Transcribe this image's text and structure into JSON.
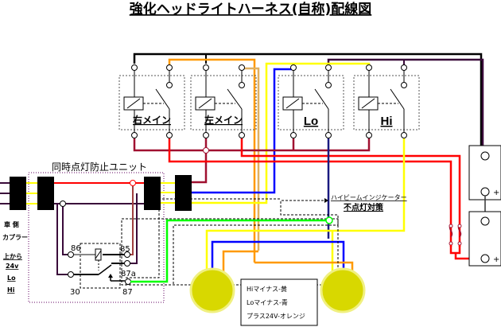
{
  "title": "強化ヘッドライトハーネス(自称)配線図",
  "relays": [
    {
      "id": "right-main",
      "label": "右メイン"
    },
    {
      "id": "left-main",
      "label": "左メイン"
    },
    {
      "id": "lo",
      "label": "Lo"
    },
    {
      "id": "hi",
      "label": "Hi"
    }
  ],
  "unit_label": "同時点灯防止ユニット",
  "relay_pins": {
    "p86": "86",
    "p85": "85",
    "p30": "30",
    "p87": "87",
    "p87a": "87a"
  },
  "coupler": {
    "line1": "車 側",
    "line2": "カプラー",
    "order_title": "上から",
    "order": [
      "24v",
      "Lo",
      "Hi"
    ]
  },
  "indicator_note": {
    "line1": "ハイビームインジケーター",
    "line2": "不点灯対策"
  },
  "legend": {
    "items": [
      "Hiマイナス-黄",
      "Loマイナス-青",
      "プラス24V-オレンジ"
    ]
  },
  "battery_plus": "+",
  "colors": {
    "black": "#000000",
    "darkpurple": "#3a0a3a",
    "orange": "#ff9900",
    "orange_light": "#e0b060",
    "yellow": "#ffff00",
    "blue": "#0000ff",
    "navy": "#1a1a80",
    "red": "#ff0000",
    "maroon": "#a01030",
    "green": "#00ff00",
    "lamp": "#d8d800"
  }
}
